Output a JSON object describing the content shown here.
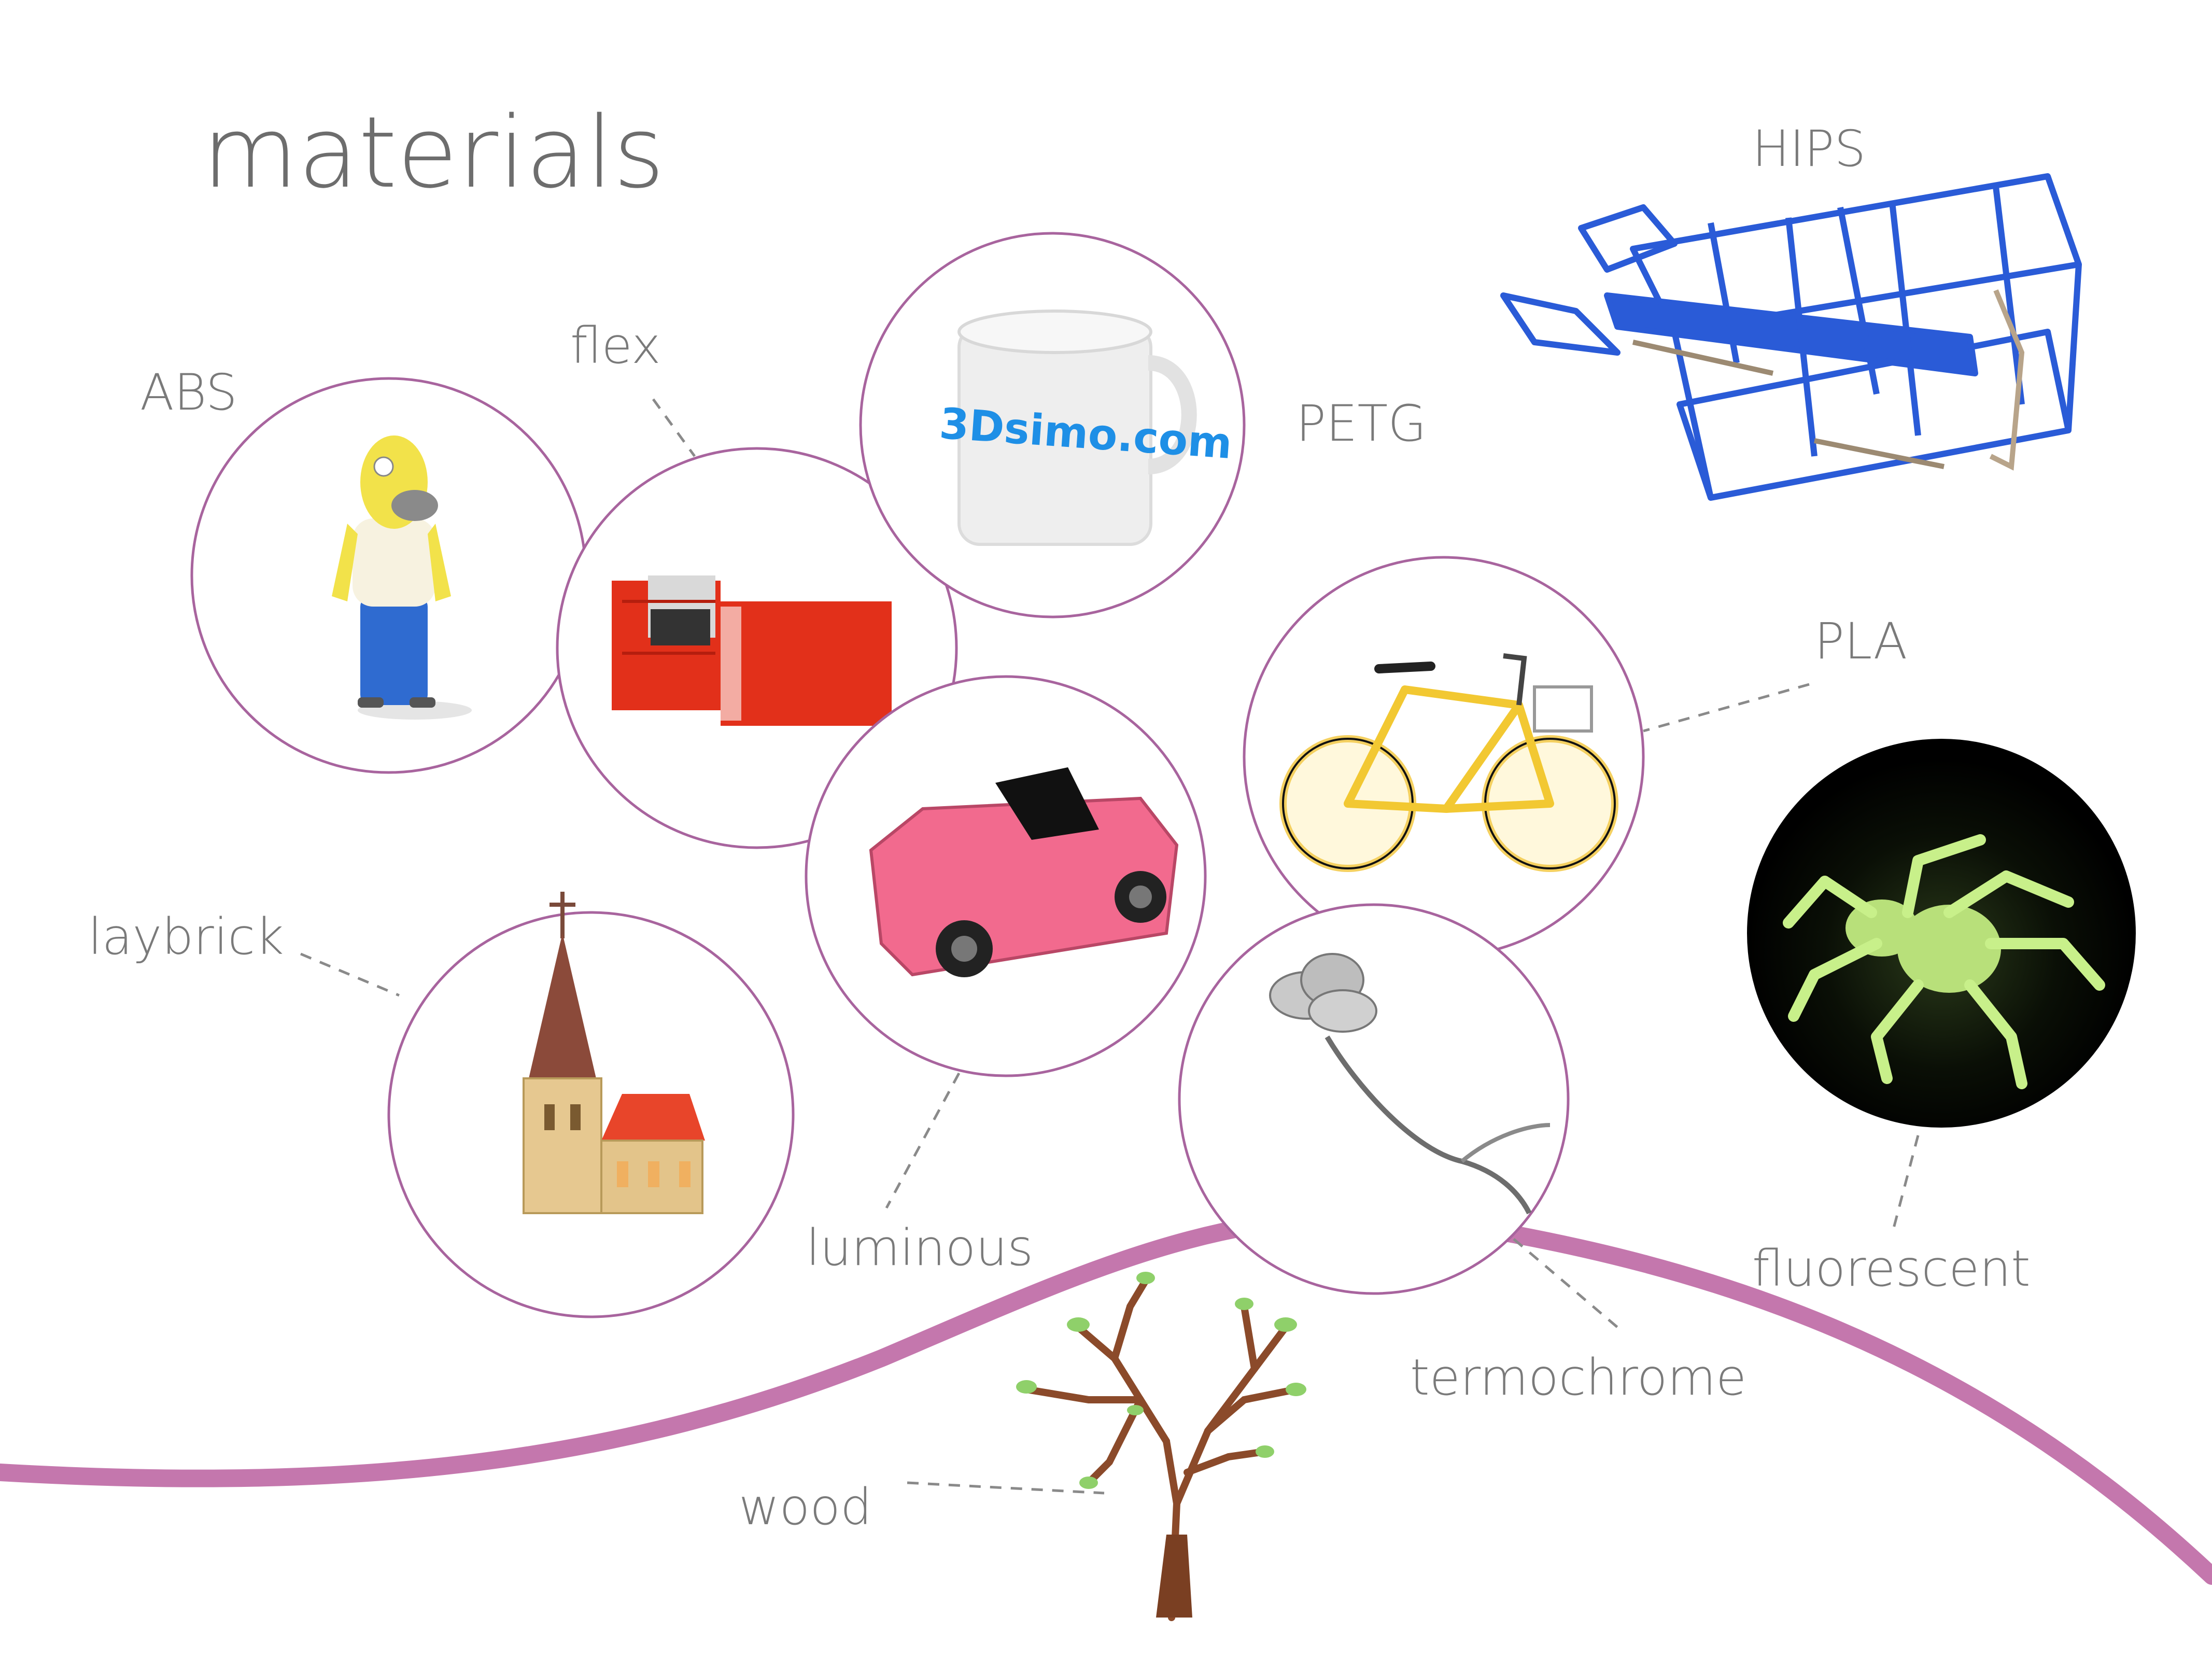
{
  "title": "materials",
  "materials": {
    "abs": "ABS",
    "flex": "flex",
    "petg": "PETG",
    "hips": "HIPS",
    "pla": "PLA",
    "laybrick": "laybrick",
    "luminous": "luminous",
    "fluorescent": "fluorescent",
    "termochrome": "termochrome",
    "wood": "wood"
  },
  "mug_print": "3Dsimo.com",
  "colors": {
    "ring": "#a8649e",
    "wave": "#c477ad",
    "text": "#7a7a7a",
    "glow": "#c8f08a"
  }
}
